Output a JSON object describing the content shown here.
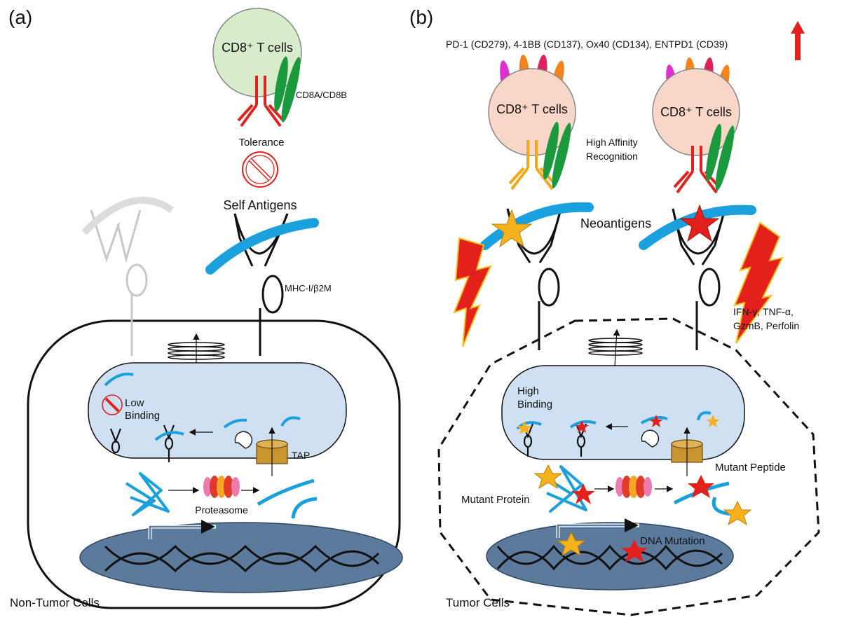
{
  "panel_a": {
    "letter": "(a)",
    "tcell": "CD8⁺ T cells",
    "cd8": "CD8A/CD8B",
    "tolerance": "Tolerance",
    "self_antigens": "Self Antigens",
    "mhc": "MHC-I/β2M",
    "low": "Low",
    "binding": "Binding",
    "tap": "TAP",
    "proteasome": "Proteasome",
    "caption": "Non-Tumor Cells"
  },
  "panel_b": {
    "letter": "(b)",
    "markers": "PD-1 (CD279), 4-1BB (CD137), Ox40 (CD134), ENTPD1 (CD39)",
    "tcell_1": "CD8⁺ T cells",
    "tcell_2": "CD8⁺ T cells",
    "affinity_1": "High Affinity",
    "affinity_2": "Recognition",
    "neoantigens": "Neoantigens",
    "cytokines_1": "IFN-γ, TNF-α,",
    "cytokines_2": "GzmB, Perfolin",
    "high": "High",
    "binding": "Binding",
    "mutant_peptide": "Mutant Peptide",
    "mutant_protein": "Mutant Protein",
    "dna_mutation": "DNA Mutation",
    "caption": "Tumor Cells"
  },
  "colors": {
    "tcell_a": "#d8ebcb",
    "tcell_b": "#f9d7c8",
    "er": "#cfe0f2",
    "nucleus": "#5b7a9c",
    "peptide": "#1ba0de",
    "receptor_red": "#e3201b",
    "receptor_orange": "#f2a818",
    "cd8_green": "#1a9a3c",
    "star_gold": "#f5b21d",
    "star_red": "#e3201b",
    "tap": "#c8962e"
  }
}
